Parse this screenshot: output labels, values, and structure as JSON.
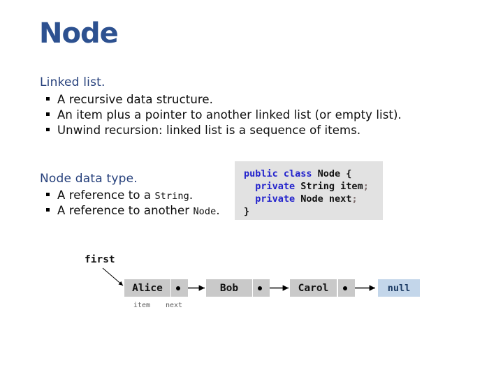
{
  "slide": {
    "title": "Node",
    "background_color": "#FFFFFF",
    "title_color": "#2D5190",
    "heading_color": "#27417C"
  },
  "sections": [
    {
      "heading": "Linked list.",
      "bullets": [
        "A recursive data structure.",
        "An item plus a pointer to another linked list (or empty list).",
        "Unwind recursion:  linked list is a sequence of items."
      ]
    },
    {
      "heading": "Node data type.",
      "bullets": [
        {
          "prefix": "A reference to a ",
          "code": "String",
          "suffix": "."
        },
        {
          "prefix": "A reference to another ",
          "code": "Node",
          "suffix": "."
        }
      ]
    }
  ],
  "code_box": {
    "background_color": "#E2E2E2",
    "keyword_color": "#2222CC",
    "lines": [
      [
        {
          "text": "public class ",
          "type": "keyword"
        },
        {
          "text": "Node {",
          "type": "plain"
        }
      ],
      [
        {
          "text": "  private ",
          "type": "keyword"
        },
        {
          "text": "String item",
          "type": "plain"
        },
        {
          "text": ";",
          "type": "punct"
        }
      ],
      [
        {
          "text": "  private ",
          "type": "keyword"
        },
        {
          "text": "Node next",
          "type": "plain"
        },
        {
          "text": ";",
          "type": "punct"
        }
      ],
      [
        {
          "text": "}",
          "type": "plain"
        }
      ]
    ]
  },
  "diagram": {
    "pointer_label": "first",
    "cell_labels": {
      "item": "item",
      "next": "next"
    },
    "node_fill": "#C9C9C9",
    "null_fill": "#C3D6EA",
    "nodes": [
      {
        "item": "Alice",
        "has_next_pointer": true
      },
      {
        "item": "Bob",
        "has_next_pointer": true
      },
      {
        "item": "Carol",
        "has_next_pointer": true
      }
    ],
    "terminator": "null"
  }
}
